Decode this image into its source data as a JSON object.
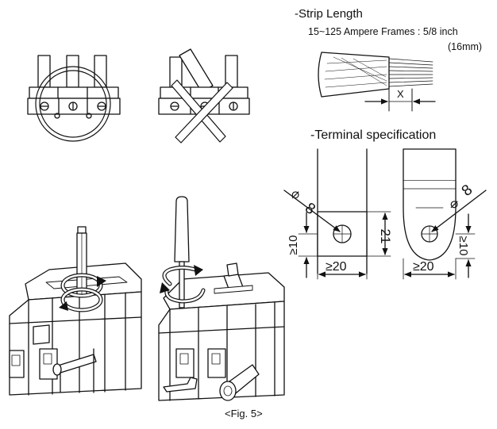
{
  "strip_length": {
    "title": "-Strip Length",
    "frames_text": "15~125 Ampere Frames : 5/8 inch",
    "metric_text": "(16mm)",
    "dim_label": "X"
  },
  "terminal_spec": {
    "title": "-Terminal specification",
    "left_diameter": "8",
    "left_height": "21",
    "left_edge_min": "10",
    "left_width_min": "20",
    "right_diameter": "8",
    "right_edge_min": "10",
    "right_width_min": "20",
    "ge_symbol": "≥",
    "phi_symbol": "⌀"
  },
  "figure": {
    "caption": "<Fig. 5>"
  },
  "icons": {
    "correct": "circle-ok-icon",
    "wrong": "cross-wrong-icon",
    "rotate": "rotation-arrow-icon"
  }
}
